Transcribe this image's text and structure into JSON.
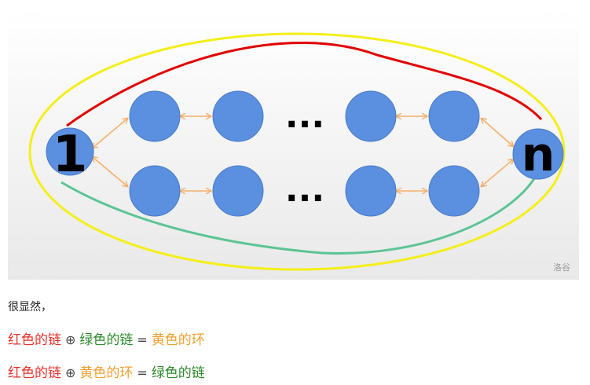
{
  "figure": {
    "source_nodes": [
      "1",
      "n"
    ],
    "ellipsis": [
      "...",
      "..."
    ],
    "watermark": "洛谷",
    "colors": {
      "node": "#5b8fdf",
      "arrow": "#f4b16a",
      "red_chain": "#e00000",
      "green_chain": "#5cc495",
      "yellow_ring": "#f3ef1a",
      "background_top": "#ffffff",
      "background_bottom": "#e9e9e9"
    }
  },
  "caption": "很显然，",
  "equations": [
    {
      "left": "红色的链",
      "op1": "⊕",
      "middle": "绿色的链",
      "op2": "=",
      "right": "黄色的环"
    },
    {
      "left": "红色的链",
      "op1": "⊕",
      "middle": "黄色的环",
      "op2": "=",
      "right": "绿色的链"
    }
  ]
}
